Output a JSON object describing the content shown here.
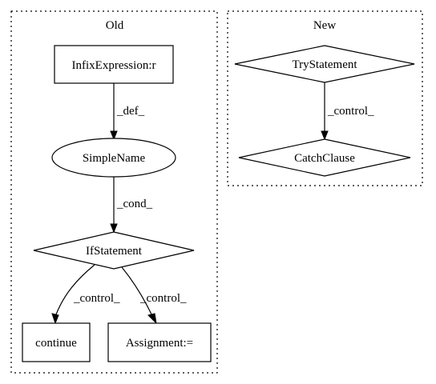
{
  "clusters": {
    "old": {
      "label": "Old"
    },
    "new": {
      "label": "New"
    }
  },
  "nodes": {
    "infix": "InfixExpression:r",
    "simplename": "SimpleName",
    "ifstatement": "IfStatement",
    "continue": "continue",
    "assignment": "Assignment:=",
    "trystatement": "TryStatement",
    "catchclause": "CatchClause"
  },
  "edges": {
    "def": "_def_",
    "cond": "_cond_",
    "control_continue": "_control_",
    "control_assignment": "_control_",
    "control_catch": "_control_"
  }
}
